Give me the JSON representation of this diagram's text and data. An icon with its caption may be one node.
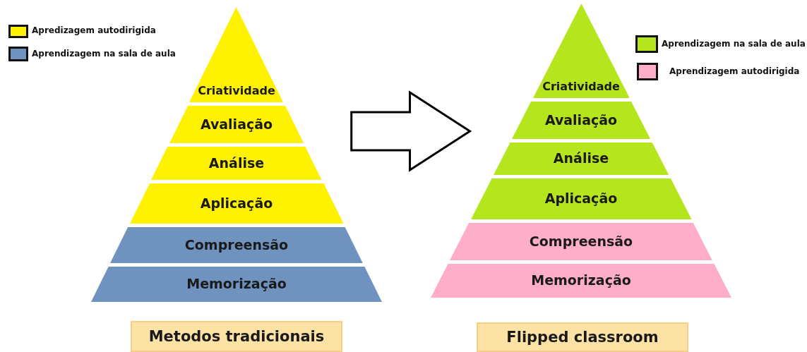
{
  "diagram": {
    "nodes": [
      {
        "text": [],
        "shape": "triangle"
      },
      {
        "text": [
          "Criatividade"
        ],
        "in": 0
      },
      {
        "text": [
          "Avaliação"
        ],
        "in": 0
      },
      {
        "text": [
          "Análise"
        ],
        "in": 0
      },
      {
        "text": [
          "Aplicação"
        ],
        "in": 0
      },
      {
        "text": [
          "Compreensão"
        ],
        "in": 0
      },
      {
        "text": [
          "Memorização"
        ],
        "in": 0
      },
      {
        "text": [
          "Metodos tradicionais"
        ]
      },
      {
        "text": [],
        "shape": "triangle"
      },
      {
        "text": [
          "Criatividade"
        ],
        "in": 8
      },
      {
        "text": [
          "Avaliação"
        ],
        "in": 8
      },
      {
        "text": [
          "Análise"
        ],
        "in": 8
      },
      {
        "text": [
          "Aplicação"
        ],
        "in": 8
      },
      {
        "text": [
          "Compreensão"
        ],
        "in": 8
      },
      {
        "text": [
          "Memorização"
        ],
        "in": 8
      },
      {
        "text": [
          "Flipped classroom"
        ]
      }
    ],
    "edges": [
      {
        "from": 0,
        "to": 8,
        "arrow": "to"
      }
    ],
    "legend": [
      {
        "text": "Apredizagem autodirigida",
        "color": "#fff200"
      },
      {
        "text": "Aprendizagem na sala de aula",
        "color": "#7092be"
      },
      {
        "text": "Aprendizagem na sala de aula",
        "color": "#b5e61d"
      },
      {
        "text": "Aprendizagem autodirigida",
        "color": "#ffaec9"
      }
    ]
  }
}
